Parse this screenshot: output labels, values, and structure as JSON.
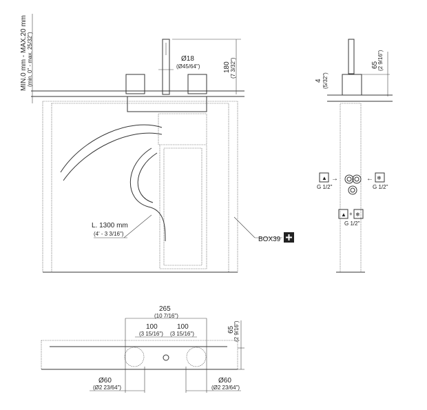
{
  "front_view": {
    "depth_range": "MIN.0 mm - MAX.20 mm",
    "depth_range_imperial": "(min. 0\" - max. 25/32\")",
    "spout_diameter": "Ø18",
    "spout_diameter_imperial": "(Ø45/64\")",
    "height": "180",
    "height_imperial": "(7 3/32\")",
    "hose_length": "L. 1300 mm",
    "hose_length_imperial": "(4' - 3 3/16\")",
    "box_label": "BOX39",
    "box_icon": "plus-icon"
  },
  "side_view": {
    "deck_thickness": "4",
    "deck_thickness_imperial": "(5/32\")",
    "height": "65",
    "height_imperial": "(2 9/16\")",
    "hot_inlet": "G 1/2\"",
    "cold_inlet": "G 1/2\"",
    "mixed_outlet": "G 1/2\"",
    "plus_sign": "+"
  },
  "top_view": {
    "total_width": "265",
    "total_width_imperial": "(10 7/16\")",
    "spacing_left": "100",
    "spacing_left_imperial": "(3 15/16\")",
    "spacing_right": "100",
    "spacing_right_imperial": "(3 15/16\")",
    "depth": "65",
    "depth_imperial": "(2 9/16\")",
    "handle_left_diameter": "Ø60",
    "handle_left_diameter_imperial": "(Ø2 23/64\")",
    "handle_right_diameter": "Ø60",
    "handle_right_diameter_imperial": "(Ø2 23/64\")"
  }
}
